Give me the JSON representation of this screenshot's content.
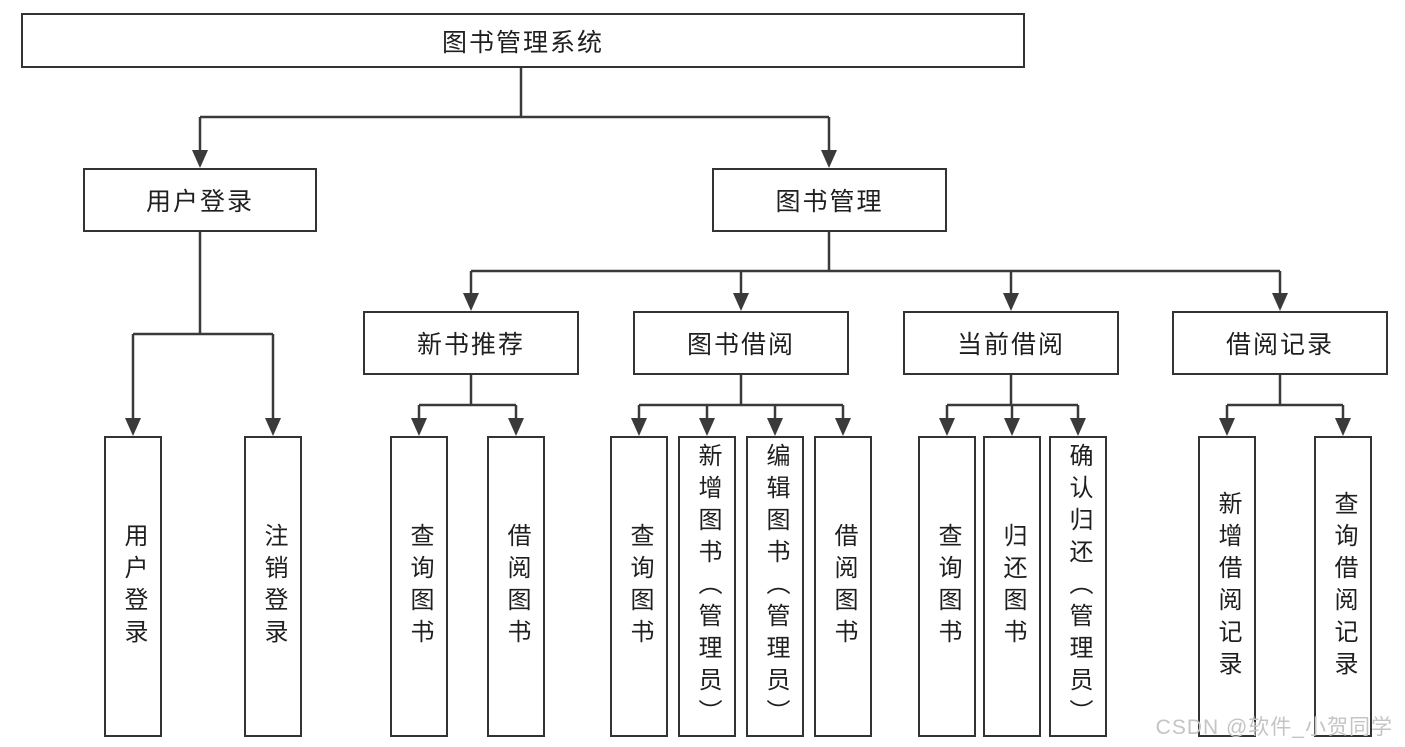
{
  "diagram": {
    "root": {
      "label": "图书管理系统"
    },
    "level1": [
      {
        "label": "用户登录"
      },
      {
        "label": "图书管理"
      }
    ],
    "user_login_children": [
      {
        "label": "用户登录"
      },
      {
        "label": "注销登录"
      }
    ],
    "sections": [
      {
        "label": "新书推荐",
        "children": [
          {
            "label": "查询图书"
          },
          {
            "label": "借阅图书"
          }
        ]
      },
      {
        "label": "图书借阅",
        "children": [
          {
            "label": "查询图书"
          },
          {
            "label": "新增图书（管理员）"
          },
          {
            "label": "编辑图书（管理员）"
          },
          {
            "label": "借阅图书"
          }
        ]
      },
      {
        "label": "当前借阅",
        "children": [
          {
            "label": "查询图书"
          },
          {
            "label": "归还图书"
          },
          {
            "label": "确认归还（管理员）"
          }
        ]
      },
      {
        "label": "借阅记录",
        "children": [
          {
            "label": "新增借阅记录"
          },
          {
            "label": "查询借阅记录"
          }
        ]
      }
    ]
  },
  "watermark": {
    "text": "CSDN @软件_小贺同学"
  },
  "colors": {
    "line": "#3a3a3a",
    "box_border": "#333333",
    "text": "#1f1f1f",
    "watermark": "#c4c4c4",
    "background": "#ffffff"
  }
}
